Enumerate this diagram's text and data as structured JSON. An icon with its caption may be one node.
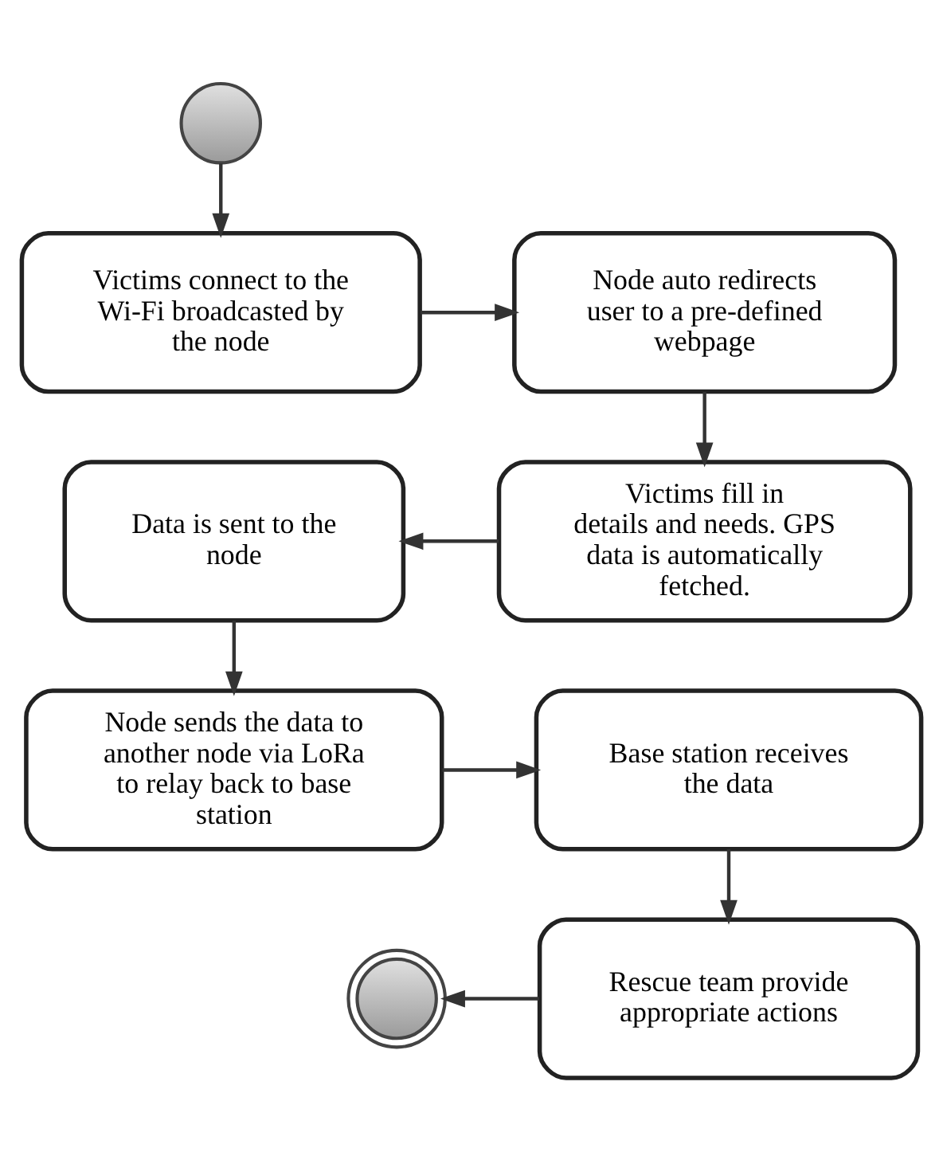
{
  "diagram": {
    "nodes": [
      {
        "text": [],
        "shape": "circle"
      },
      {
        "text": [
          "Victims connect to the Wi-Fi broadcasted by the node"
        ]
      },
      {
        "text": [
          "Node auto redirects user to a pre-defined webpage"
        ]
      },
      {
        "text": [
          "Victims fill in details and needs. GPS data is automatically fetched."
        ]
      },
      {
        "text": [
          "Data is sent to the node"
        ]
      },
      {
        "text": [
          "Node sends the data to another node via LoRa to relay back to base station"
        ]
      },
      {
        "text": [
          "Base station receives the data"
        ]
      },
      {
        "text": [
          "Rescue team provide appropriate actions"
        ]
      },
      {
        "text": [],
        "shape": "circle"
      }
    ],
    "edges": [
      {
        "from": 0,
        "to": 1,
        "arrow": "to"
      },
      {
        "from": 1,
        "to": 2,
        "arrow": "to"
      },
      {
        "from": 2,
        "to": 3,
        "arrow": "to"
      },
      {
        "from": 3,
        "to": 4,
        "arrow": "to"
      },
      {
        "from": 4,
        "to": 5,
        "arrow": "to"
      },
      {
        "from": 5,
        "to": 6,
        "arrow": "to"
      },
      {
        "from": 6,
        "to": 7,
        "arrow": "to"
      },
      {
        "from": 7,
        "to": 8,
        "arrow": "to"
      }
    ]
  }
}
